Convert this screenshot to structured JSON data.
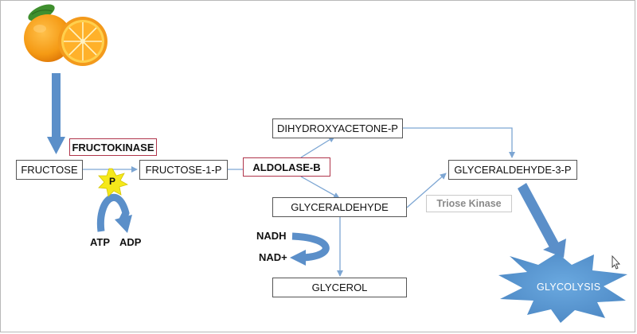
{
  "colors": {
    "arrow_blue": "#5b8fc9",
    "thin_arrow": "#7da6d3",
    "enzyme_border": "#b0344a",
    "star_yellow": "#f5e81a",
    "burst_blue": "#5f9bd5"
  },
  "metabolites": {
    "fructose": "FRUCTOSE",
    "fructose_1_p": "FRUCTOSE-1-P",
    "dhap": "DIHYDROXYACETONE-P",
    "glyceraldehyde": "GLYCERALDEHYDE",
    "glyceraldehyde_3_p": "GLYCERALDEHYDE-3-P",
    "glycerol": "GLYCEROL"
  },
  "enzymes": {
    "fructokinase": "FRUCTOKINASE",
    "aldolase_b": "ALDOLASE-B",
    "triose_kinase": "Triose Kinase"
  },
  "cofactors": {
    "phosphate": "P",
    "atp": "ATP",
    "adp": "ADP",
    "nadh": "NADH",
    "nad_plus": "NAD+"
  },
  "outcome": {
    "glycolysis": "GLYCOLYSIS"
  },
  "icons": {
    "source": "orange-fruit-icon",
    "pointer": "mouse-cursor-icon"
  }
}
